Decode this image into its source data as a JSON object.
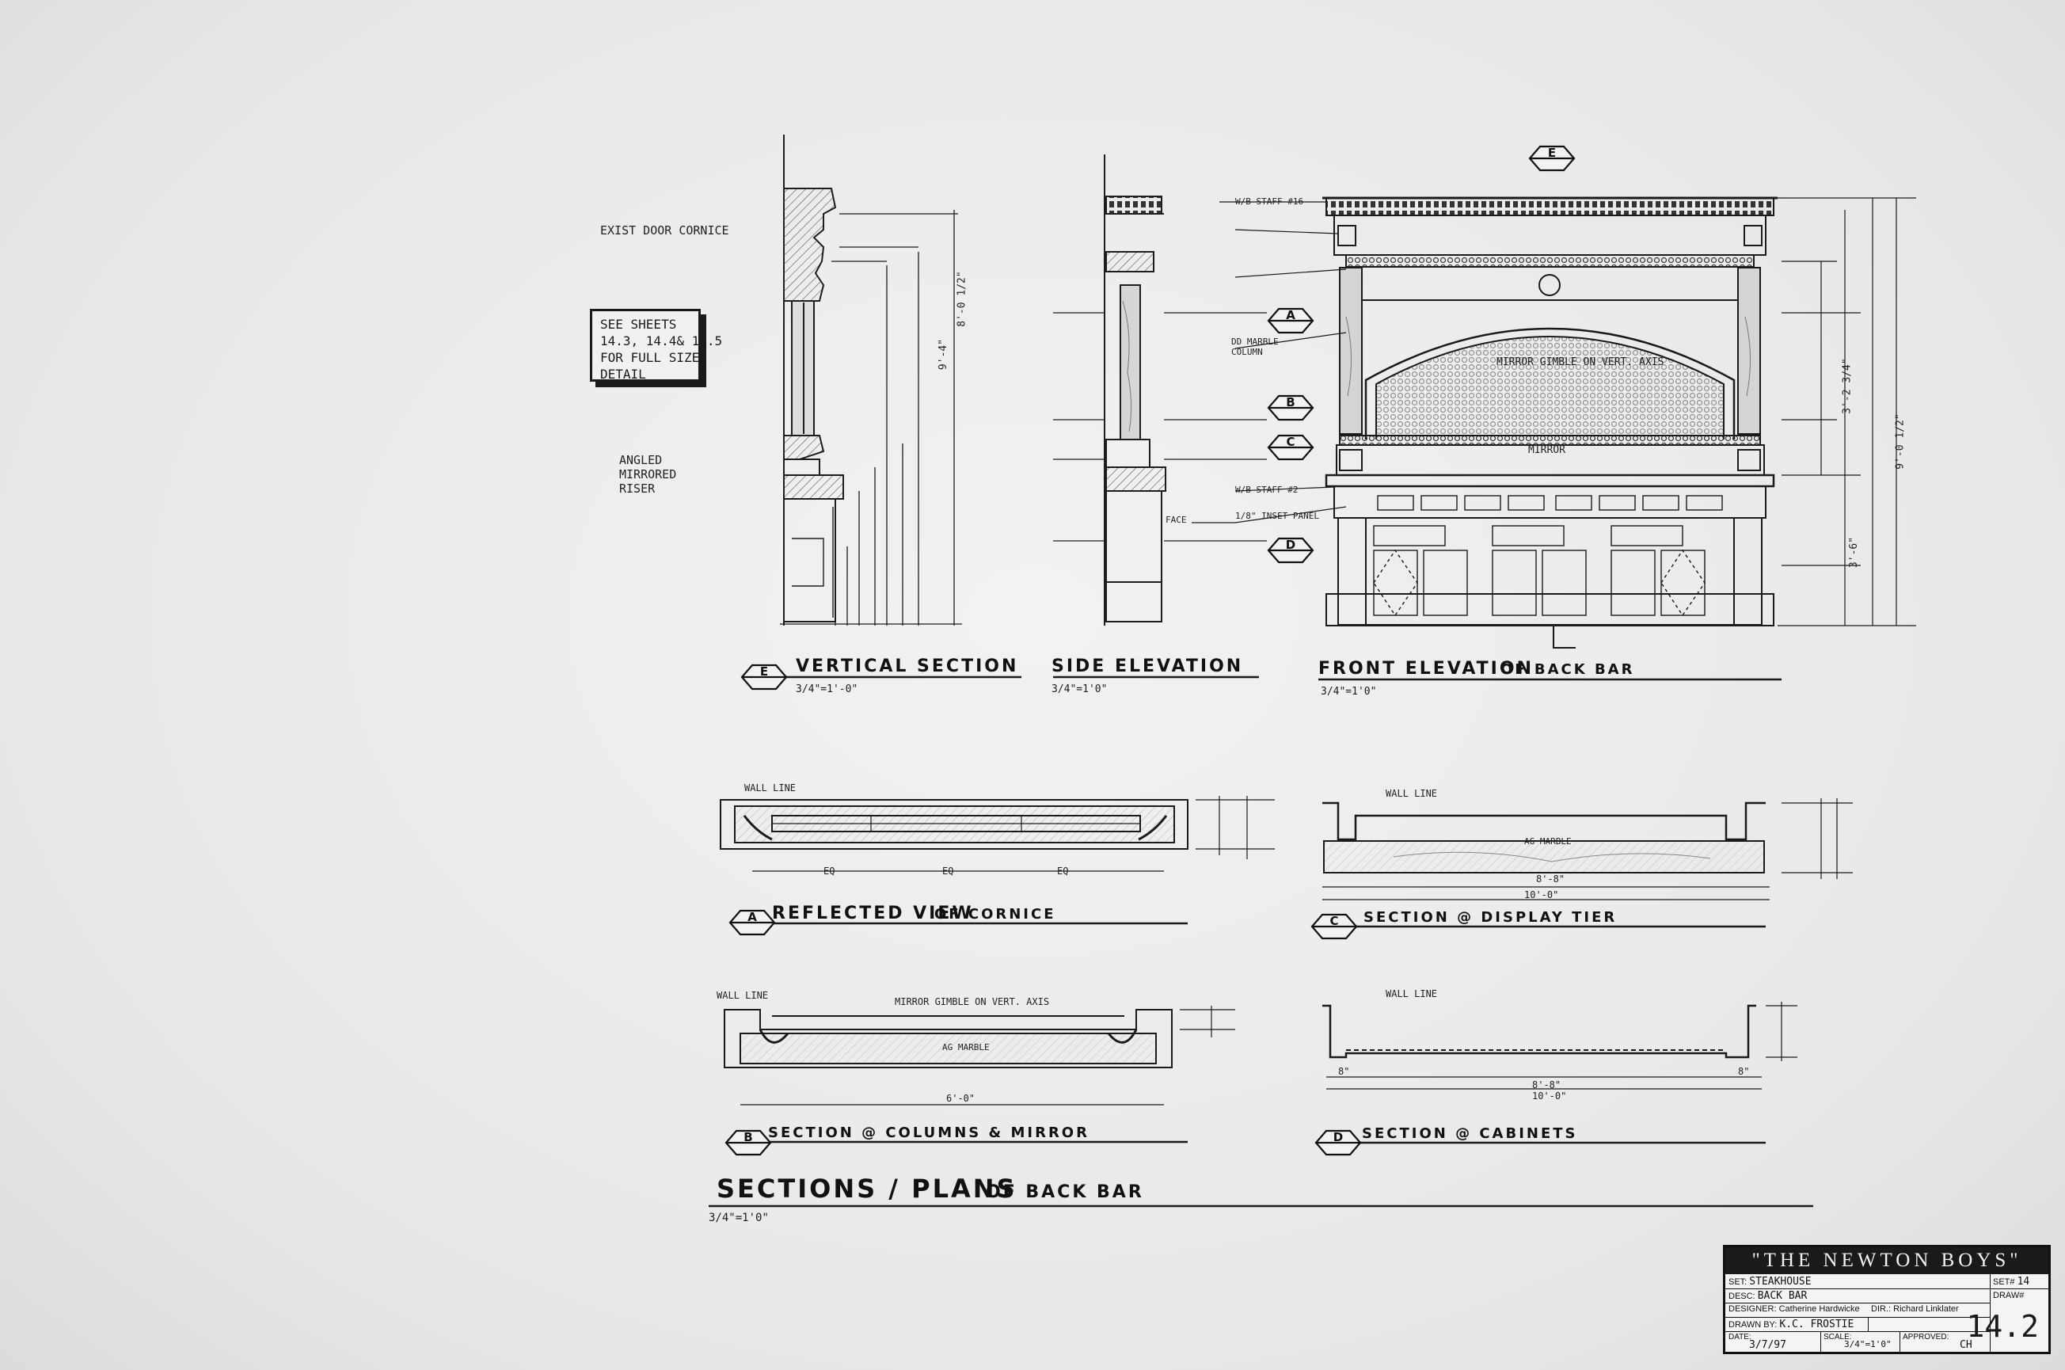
{
  "callout": {
    "text": "SEE SHEETS\n14.3, 14.4& 14.5\nFOR FULL SIZE\nDETAIL"
  },
  "notes": {
    "exist_door_cornice": "EXIST DOOR CORNICE",
    "angled_mirrored_riser": "ANGLED MIRRORED RISER",
    "mirror_gimble": "MIRROR GIMBLE ON VERT. AXIS",
    "mirror": "MIRROR",
    "dd_marble_column": "DD MARBLE COLUMN",
    "wb_staff_2": "W/B STAFF #2",
    "inset_panel": "1/8\" INSET PANEL",
    "face": "FACE",
    "wall_line": "WALL LINE",
    "eq": "EQ",
    "marble": "AG MARBLE",
    "wb_staff_16": "W/B STAFF #16"
  },
  "dimensions": {
    "vs_total": "9'-4\"",
    "vs_a": "8'-0 1/2\"",
    "fe_total": "9'-0 1/2\"",
    "fe_mid": "3'-2 3/4\"",
    "fe_low": "3'-6\"",
    "width_10": "10'-0\"",
    "width_8_8": "8'-8\"",
    "eight_in": "8\"",
    "six_in": "6'-0\""
  },
  "titles": {
    "vertical_section": "VERTICAL SECTION",
    "vertical_section_scale": "3/4\"=1'-0\"",
    "side_elevation": "SIDE ELEVATION",
    "side_elevation_scale": "3/4\"=1'0\"",
    "front_elevation": "FRONT ELEVATION",
    "front_elevation_suffix": "OF BACK BAR",
    "front_elevation_scale": "3/4\"=1'0\"",
    "reflected_view": "REFLECTED VIEW",
    "reflected_view_suffix": "OF CORNICE",
    "section_display": "SECTION @ DISPLAY TIER",
    "section_columns": "SECTION @ COLUMNS & MIRROR",
    "section_cabinets": "SECTION @ CABINETS",
    "sections_plans": "SECTIONS / PLANS",
    "sections_plans_suffix": "OF BACK BAR",
    "sections_plans_scale": "3/4\"=1'0\""
  },
  "markers": {
    "E": "E",
    "A": "A",
    "B": "B",
    "C": "C",
    "D": "D"
  },
  "title_block": {
    "project": "\"THE NEWTON BOYS\"",
    "set_label": "SET:",
    "set_value": "STEAKHOUSE",
    "setnum_label": "SET#",
    "setnum_value": "14",
    "desc_label": "DESC:",
    "desc_value": "BACK BAR",
    "draw_label": "DRAW#",
    "designer_label": "DESIGNER:",
    "designer_value": "Catherine Hardwicke",
    "dir_label": "DIR.:",
    "dir_value": "Richard Linklater",
    "drawn_label": "DRAWN BY:",
    "drawn_value": "K.C. FROSTIE",
    "date_label": "DATE:",
    "date_value": "3/7/97",
    "scale_label": "SCALE:",
    "scale_value": "3/4\"=1'0\"",
    "approved_label": "APPROVED:",
    "approved_value": "CH",
    "sheet_number": "14.2"
  }
}
